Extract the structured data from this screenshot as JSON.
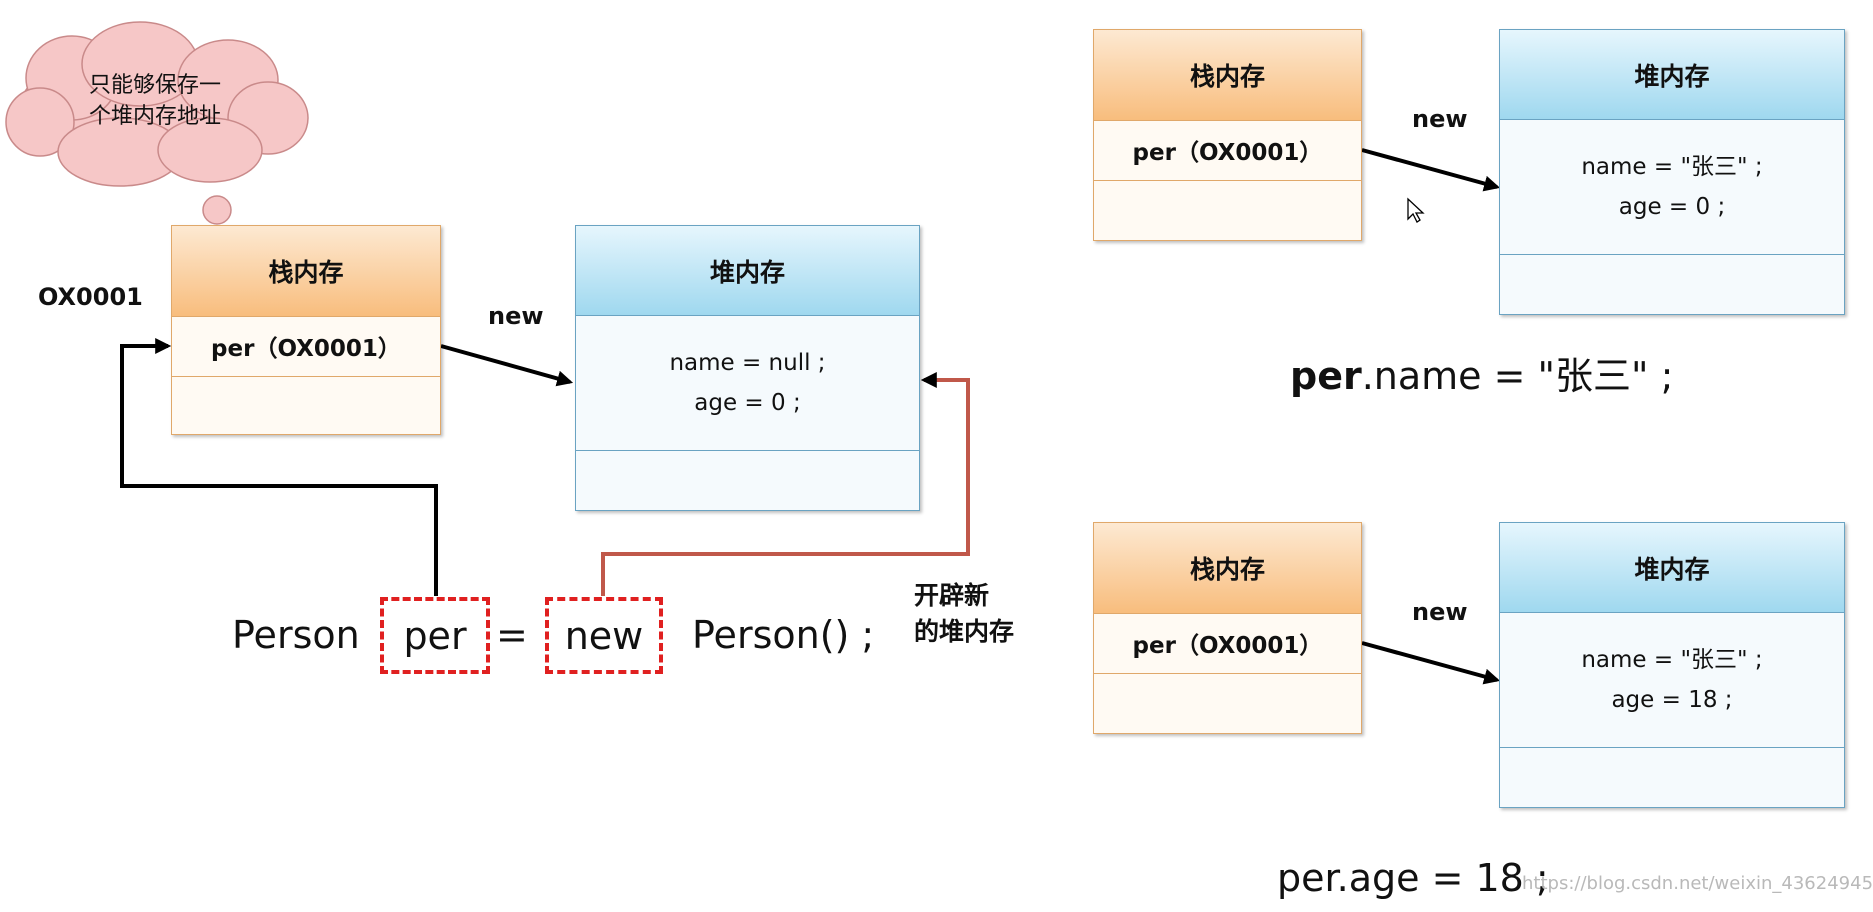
{
  "stack_header": "栈内存",
  "heap_header": "堆内存",
  "new_label": "new",
  "address_label": "OX0001",
  "stack_entry": "per（OX0001）",
  "thought_bubble": [
    "只能够保存一",
    "个堆内存地址"
  ],
  "heap_before": {
    "name_field": "name = null ;",
    "age_field": "age = 0 ;"
  },
  "heap_after_name": {
    "name_field": "name = \"张三\" ;",
    "age_field": "age = 0 ;"
  },
  "heap_after_age": {
    "name_field": "name = \"张三\" ;",
    "age_field": "age = 18 ;"
  },
  "statement": {
    "class_name": "Person",
    "var_name": "per",
    "equals": "=",
    "new_keyword": "new",
    "constructor_call": "Person() ;"
  },
  "annotation_new_heap": [
    "开辟新",
    "的堆内存"
  ],
  "assign_name": {
    "object": "per",
    "rest": ".name = \"张三\" ;"
  },
  "assign_age": "per.age = 18 ;",
  "watermark": "https://blog.csdn.net/weixin_43624945",
  "colors": {
    "stack_border": "#e0a86a",
    "heap_border": "#6aa3c2",
    "dash_red": "#e02020",
    "arrow_brown": "#c0584a"
  }
}
